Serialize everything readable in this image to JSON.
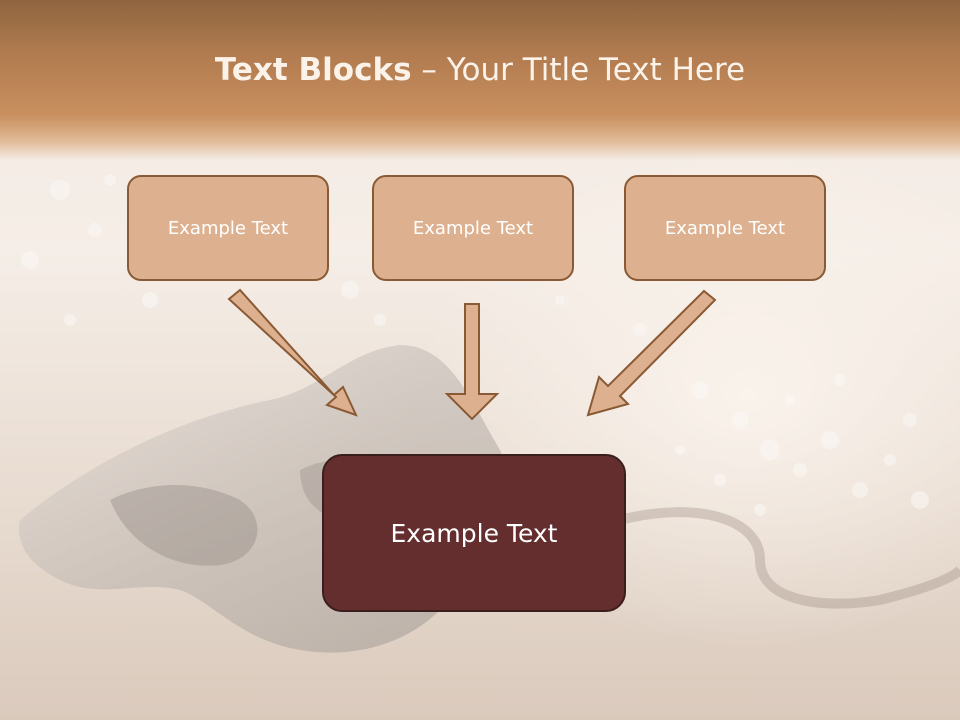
{
  "slide": {
    "title_bold": "Text Blocks",
    "title_dash": "–",
    "title_rest": "Your Title Text Here",
    "blocks": [
      {
        "label": "Example Text"
      },
      {
        "label": "Example Text"
      },
      {
        "label": "Example Text"
      }
    ],
    "target": {
      "label": "Example Text"
    }
  },
  "colors": {
    "title_band": "#c98f5f",
    "box_fill": "#ddb18f",
    "box_border": "#8a5a35",
    "target_fill": "#642e2f",
    "arrow_fill": "#ddb18f"
  }
}
